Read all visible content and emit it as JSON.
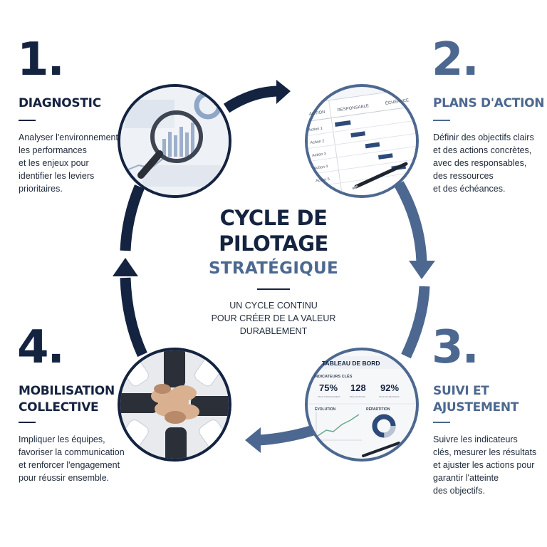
{
  "center": {
    "title": "CYCLE DE\nPILOTAGE",
    "subtitle": "STRATÉGIQUE",
    "tagline": "UN CYCLE CONTINU\nPOUR CRÉER DE LA VALEUR\nDURABLEMENT"
  },
  "steps": [
    {
      "number": "1.",
      "title": "DIAGNOSTIC",
      "description": "Analyser l'environnement,\nles performances\net les enjeux pour\nidentifier les leviers\nprioritaires."
    },
    {
      "number": "2.",
      "title": "PLANS D'ACTION",
      "description": "Définir des objectifs clairs\net des actions concrètes,\navec des responsables,\ndes ressources\net des échéances."
    },
    {
      "number": "3.",
      "title": "SUIVI ET\nAJUSTEMENT",
      "description": "Suivre les indicateurs\nclés, mesurer les résultats\net ajuster les actions pour\ngarantir l'atteinte\ndes objectifs."
    },
    {
      "number": "4.",
      "title": "MOBILISATION\nCOLLECTIVE",
      "description": "Impliquer les équipes,\nfavoriser la communication\net renforcer l'engagement\npour réussir ensemble."
    }
  ],
  "plan_sheet": {
    "headers": [
      "ACTION",
      "RESPONSABLE",
      "ÉCHÉANCE"
    ],
    "rows": [
      "Action 1",
      "Action 2",
      "Action 3",
      "Action 4",
      "Action 5"
    ]
  },
  "dashboard": {
    "title": "TABLEAU DE BORD",
    "kpi_heading": "INDICATEURS CLÉS",
    "kpis": [
      {
        "value": "75%",
        "caption": "TAUX D'AVANCEMENT"
      },
      {
        "value": "128",
        "caption": "RÉALISATIONS"
      },
      {
        "value": "92%",
        "caption": "TAUX DE RÉUSSITE"
      }
    ],
    "evolution_label": "ÉVOLUTION",
    "repartition_label": "RÉPARTITION"
  },
  "colors": {
    "navy": "#142340",
    "steel_blue": "#4d6890"
  }
}
